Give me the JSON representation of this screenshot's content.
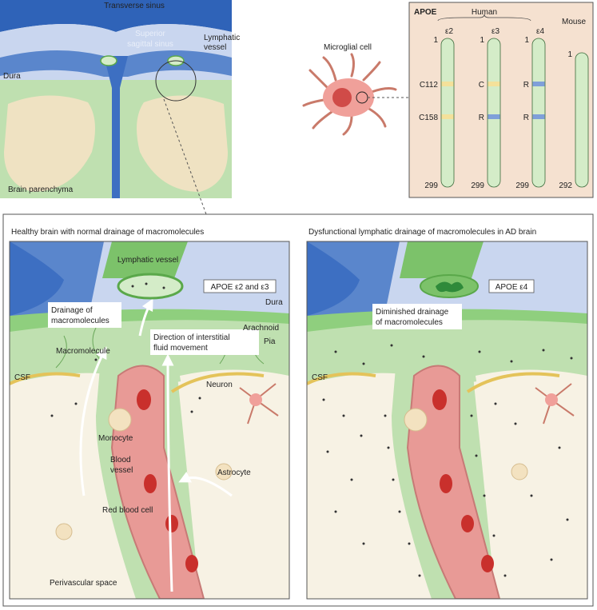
{
  "colors": {
    "dura": "#5a86cc",
    "dura_light": "#c9d6ef",
    "csf_green": "#bfe0b0",
    "lymph_green": "#7cc26a",
    "parenchyma": "#efe2c2",
    "brain_bg": "#f7f2e4",
    "vessel": "#e8a0a0",
    "rbc": "#c9302c",
    "apoe_bar": "#d4ecc8",
    "apoe_yellow": "#f4e19a",
    "apoe_blue": "#7f9fd9"
  },
  "top_left": {
    "transverse_sinus": "Transverse sinus",
    "superior_sagittal_sinus_1": "Superior",
    "superior_sagittal_sinus_2": "sagittal sinus",
    "lymphatic_vessel_1": "Lymphatic",
    "lymphatic_vessel_2": "vessel",
    "dura": "Dura",
    "brain_parenchyma": "Brain parenchyma"
  },
  "microglia": {
    "label": "Microglial cell"
  },
  "apoe_panel": {
    "title": "APOE",
    "human": "Human",
    "mouse": "Mouse",
    "isoforms": [
      "ε2",
      "ε3",
      "ε4"
    ],
    "start_labels": [
      "1",
      "1",
      "1",
      "1"
    ],
    "pos112_labels": [
      "C112",
      "C",
      "R"
    ],
    "pos158_labels": [
      "C158",
      "R",
      "R"
    ],
    "end_labels": [
      "299",
      "299",
      "299",
      "292"
    ]
  },
  "healthy_panel": {
    "title": "Healthy brain with normal drainage of macromolecules",
    "lymphatic_vessel": "Lymphatic vessel",
    "apoe_label": "APOE ε2 and ε3",
    "dura": "Dura",
    "drainage_1": "Drainage of",
    "drainage_2": "macromolecules",
    "direction_1": "Direction of interstitial",
    "direction_2": "fluid movement",
    "arachnoid": "Arachnoid",
    "pia": "Pia",
    "macromolecule": "Macromolecule",
    "csf": "CSF",
    "neuron": "Neuron",
    "monocyte": "Monocyte",
    "blood_vessel_1": "Blood",
    "blood_vessel_2": "vessel",
    "astrocyte": "Astrocyte",
    "red_blood_cell": "Red blood cell",
    "perivascular_space": "Perivascular space"
  },
  "ad_panel": {
    "title": "Dysfunctional lymphatic drainage of macromolecules in AD brain",
    "apoe_label": "APOE ε4",
    "diminished_1": "Diminished drainage",
    "diminished_2": "of macromolecules",
    "csf": "CSF"
  }
}
